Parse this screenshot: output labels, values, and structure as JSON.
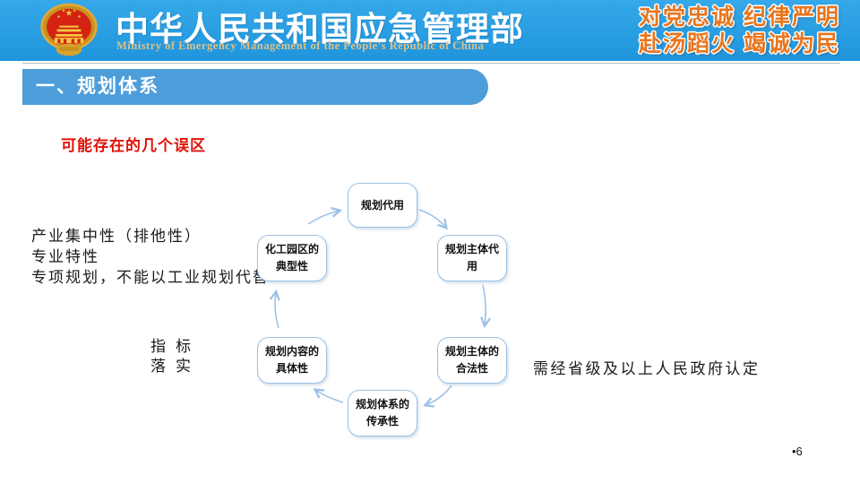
{
  "header": {
    "title": "中华人民共和国应急管理部",
    "subtitle": "Ministry of Emergency Management of the People's Republic of China",
    "slogan_line1": "对党忠诚 纪律严明",
    "slogan_line2": "赴汤蹈火 竭诚为民",
    "emblem": "prc-national-emblem",
    "colors": {
      "banner_blue": "#2aa2e3",
      "subtitle_gold": "#dcc187",
      "slogan_orange": "#e8761f"
    }
  },
  "section": {
    "title": "一、规划体系",
    "bar_color": "#4d9dda"
  },
  "content": {
    "heading": "可能存在的几个误区",
    "heading_color": "#e11109",
    "left_note_lines": [
      "产业集中性（排他性）",
      "专业特性",
      "专项规划，不能以工业规划代替"
    ],
    "mid_note_lines": [
      "指标",
      "落实"
    ],
    "right_note": "需经省级及以上人民政府认定"
  },
  "diagram": {
    "type": "cycle",
    "direction": "clockwise",
    "node_border_color": "#9cc2e5",
    "arrow_color": "#9cc2e5",
    "nodes": [
      {
        "position": "top",
        "label": "规划代用"
      },
      {
        "position": "top-right",
        "label": "规划主体代用"
      },
      {
        "position": "bottom-right",
        "label": "规划主体的合法性"
      },
      {
        "position": "bottom",
        "label": "规划体系的传承性"
      },
      {
        "position": "bottom-left",
        "label": "规划内容的具体性"
      },
      {
        "position": "top-left",
        "label": "化工园区的典型性"
      }
    ]
  },
  "footer": {
    "page_number": "•6"
  }
}
